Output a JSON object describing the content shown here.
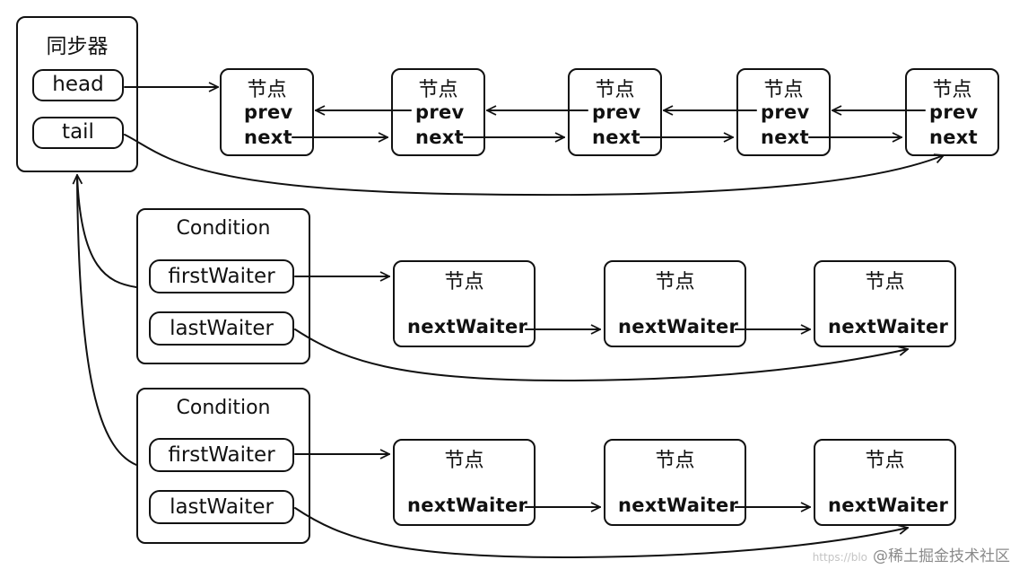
{
  "sync": {
    "title": "同步器",
    "head": "head",
    "tail": "tail"
  },
  "node_label": "节点",
  "prev_label": "prev",
  "next_label": "next",
  "condition": {
    "title": "Condition",
    "first": "firstWaiter",
    "last": "lastWaiter"
  },
  "waiter_label": "nextWaiter",
  "watermark": {
    "url": "https://blo",
    "text": "@稀土掘金技术社区"
  },
  "colors": {
    "line": "#111111",
    "background": "#ffffff"
  }
}
